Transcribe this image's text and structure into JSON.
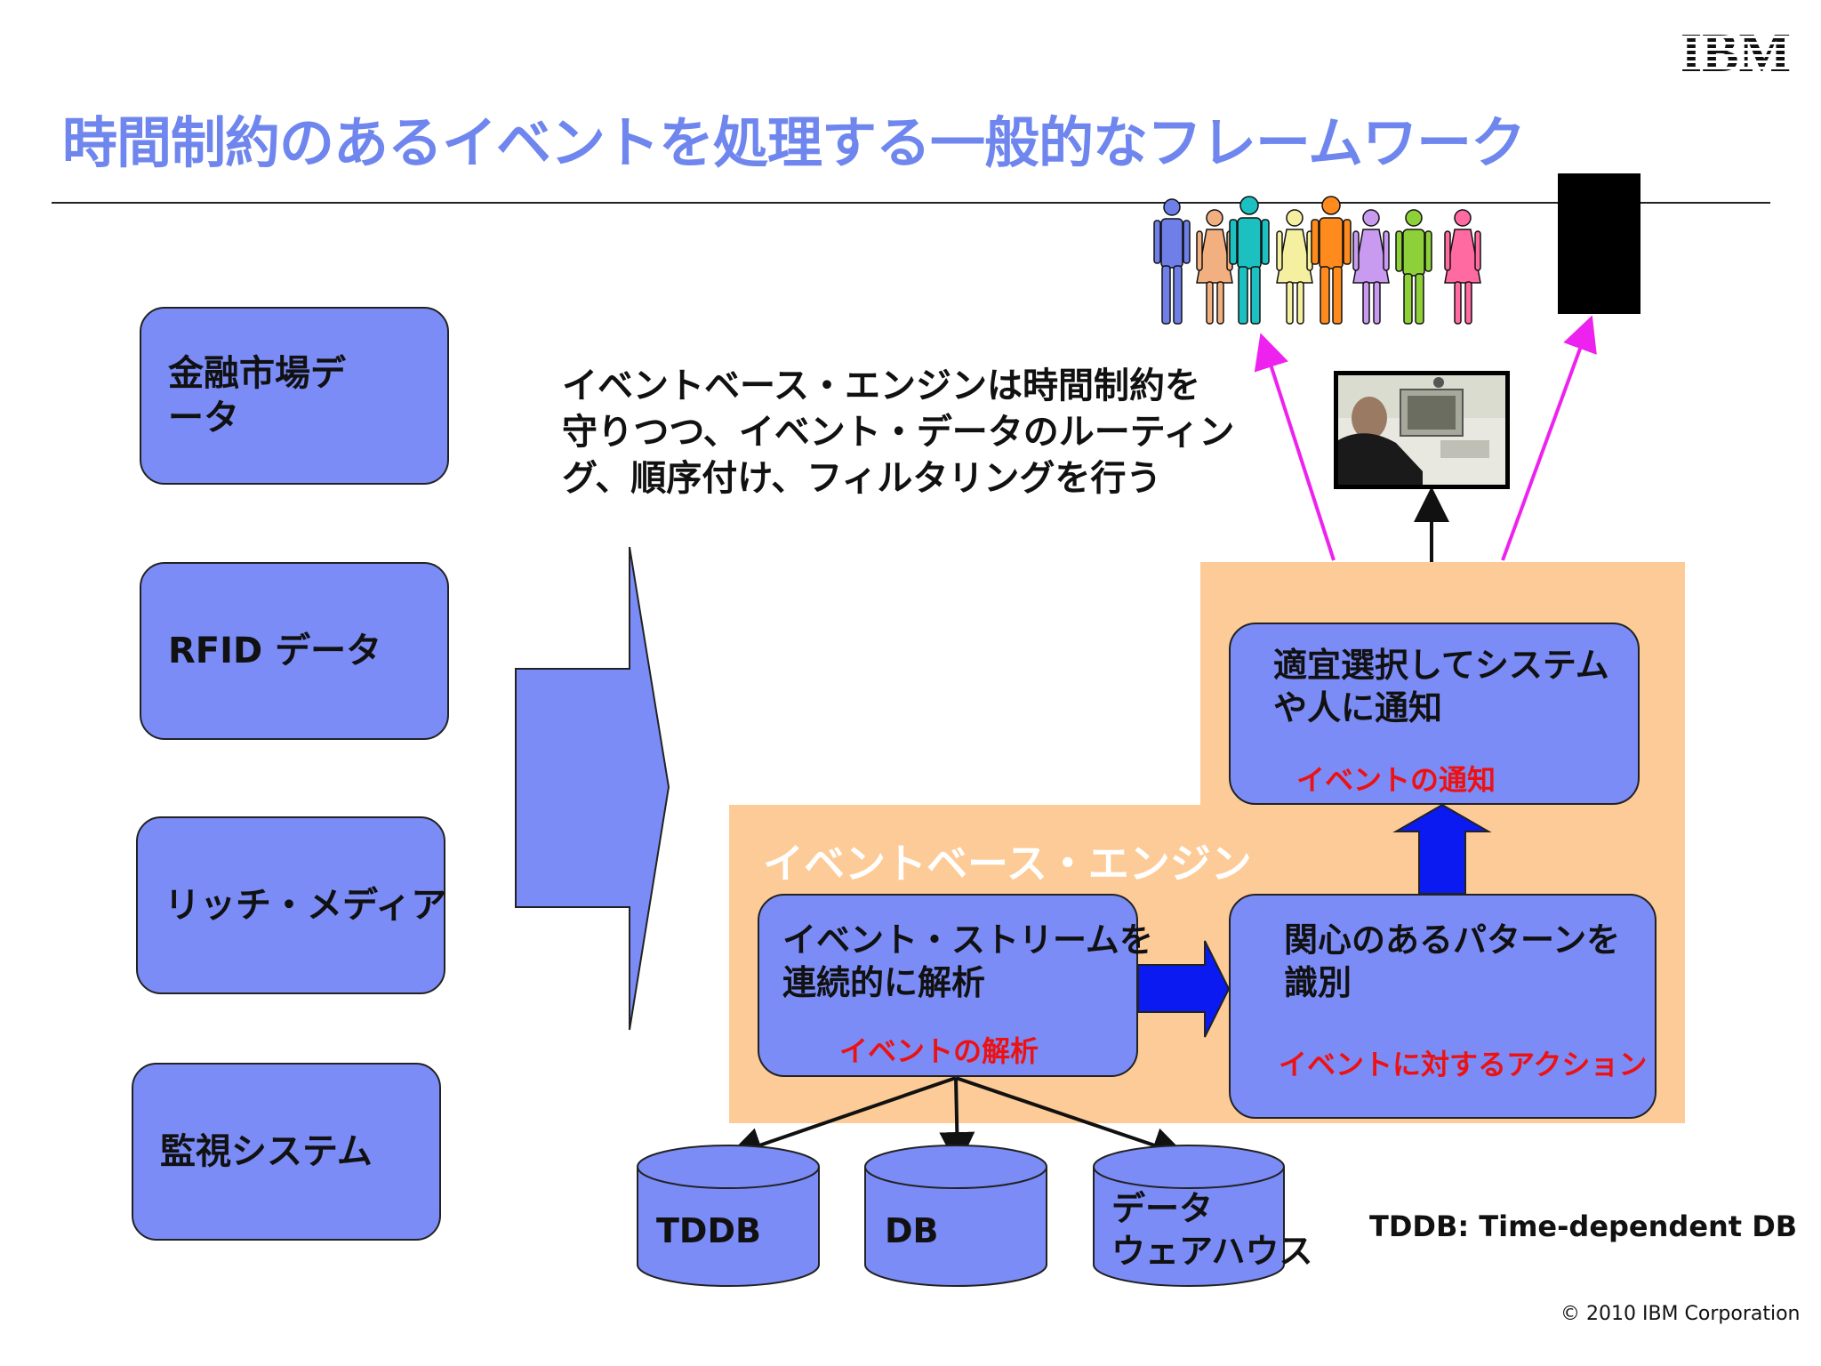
{
  "title": "時間制約のあるイベントを処理する一般的なフレームワーク",
  "logo": "IBM",
  "sources": [
    "金融市場データ",
    "RFID データ",
    "リッチ・メディア",
    "監視システム"
  ],
  "description": [
    "イベントベース・エンジンは時間制約を",
    "守りつつ、イベント・データのルーティン",
    "グ、順序付け、フィルタリングを行う"
  ],
  "engine": {
    "label": "イベントベース・エンジン",
    "analyze": {
      "text": [
        "イベント・ストリームを",
        "連続的に解析"
      ],
      "caption": "イベントの解析"
    },
    "detect": {
      "text": [
        "関心のあるパターンを",
        "識別"
      ],
      "caption": "イベントに対するアクション"
    },
    "notify": {
      "text": [
        "適宜選択してシステム",
        "や人に通知"
      ],
      "caption": "イベントの通知"
    }
  },
  "stores": {
    "tddb": "TDDB",
    "db": "DB",
    "warehouse": [
      "データ",
      "ウェアハウス"
    ]
  },
  "note": "TDDB: Time-dependent DB",
  "copyright": "© 2010 IBM Corporation",
  "colors": {
    "title": "#6f86ee",
    "box_fill": "#7b8cf7",
    "engine_bg": "#fdcb98",
    "caption": "#ee1111",
    "arrow_blue": "#0a1af0",
    "arrow_magenta": "#ee22ee",
    "people": [
      "#6f7fe8",
      "#f2b080",
      "#1cc0c0",
      "#f5f0a0",
      "#ff8a1e",
      "#c89af0",
      "#8ed03a",
      "#ff6aa0"
    ]
  },
  "icons": [
    "people-group-icon",
    "server-tower-icon",
    "person-at-computer-image",
    "ibm-logo"
  ]
}
